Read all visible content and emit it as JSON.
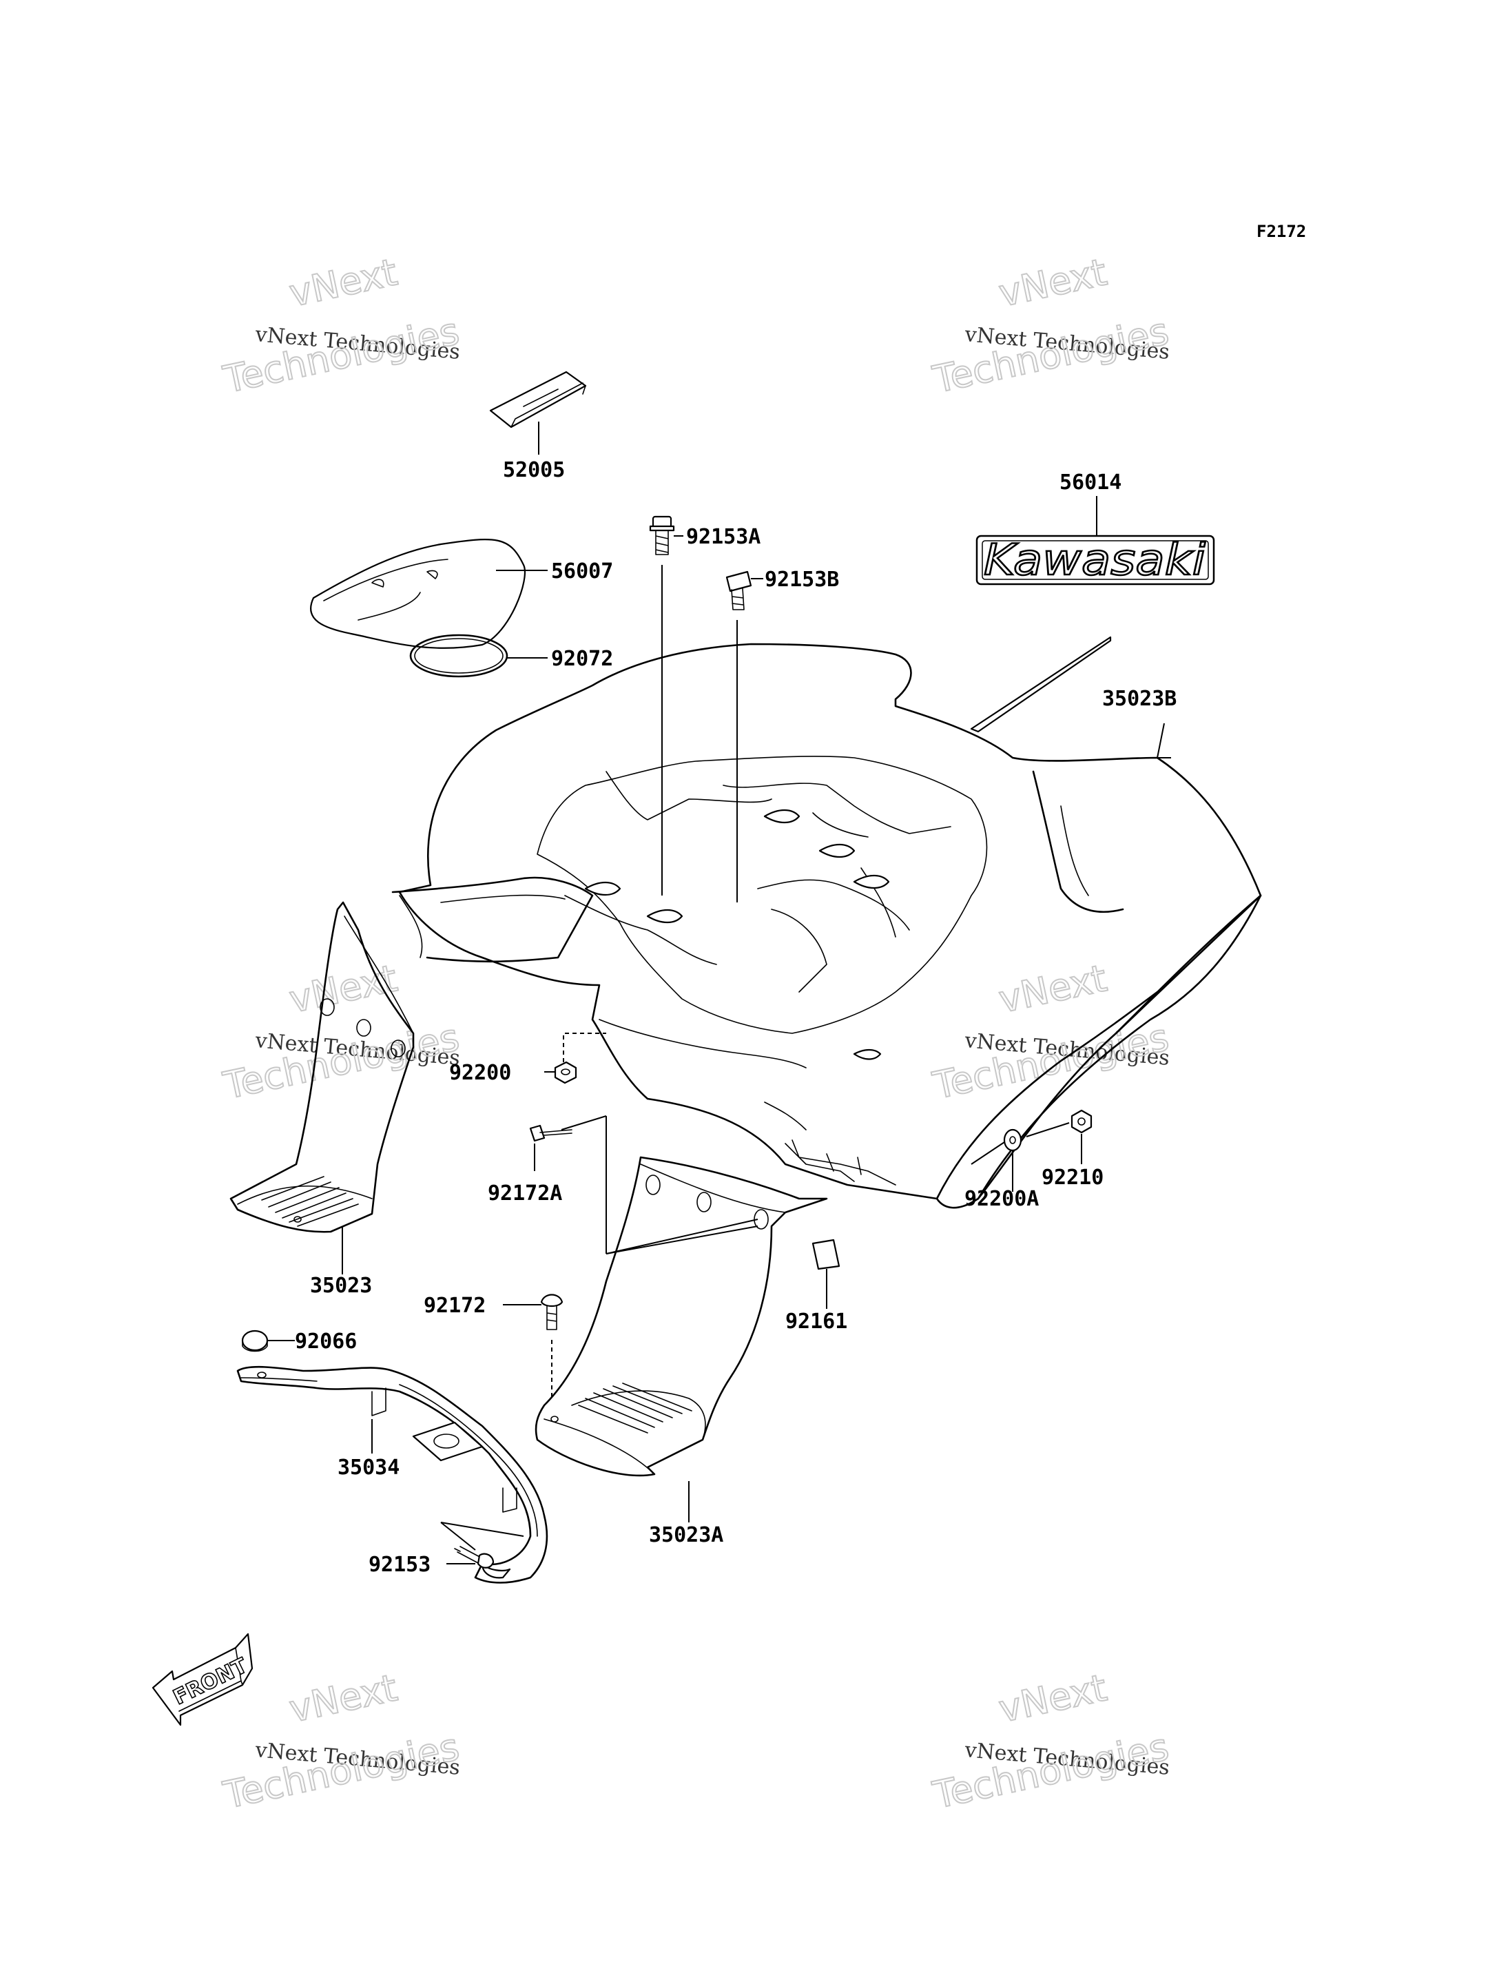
{
  "figure_code": "F2172",
  "logo": {
    "text": "Kawasaki"
  },
  "front_arrow": {
    "text": "FRONT"
  },
  "watermarks": [
    {
      "top": "vNext",
      "small": "vNext Technologies",
      "big": "Technologies"
    },
    {
      "top": "vNext",
      "small": "vNext Technologies",
      "big": "Technologies"
    },
    {
      "top": "vNext",
      "small": "vNext Technologies",
      "big": "Technologies"
    },
    {
      "top": "vNext",
      "small": "vNext Technologies",
      "big": "Technologies"
    },
    {
      "top": "vNext",
      "small": "vNext Technologies",
      "big": "Technologies"
    },
    {
      "top": "vNext",
      "small": "vNext Technologies",
      "big": "Technologies"
    }
  ],
  "parts": [
    {
      "id": "52005"
    },
    {
      "id": "56014"
    },
    {
      "id": "92153A"
    },
    {
      "id": "92153B"
    },
    {
      "id": "56007"
    },
    {
      "id": "92072"
    },
    {
      "id": "35023B"
    },
    {
      "id": "92200"
    },
    {
      "id": "92172A"
    },
    {
      "id": "92210"
    },
    {
      "id": "92200A"
    },
    {
      "id": "35023"
    },
    {
      "id": "92172"
    },
    {
      "id": "92161"
    },
    {
      "id": "92066"
    },
    {
      "id": "35034"
    },
    {
      "id": "35023A"
    },
    {
      "id": "92153"
    }
  ]
}
